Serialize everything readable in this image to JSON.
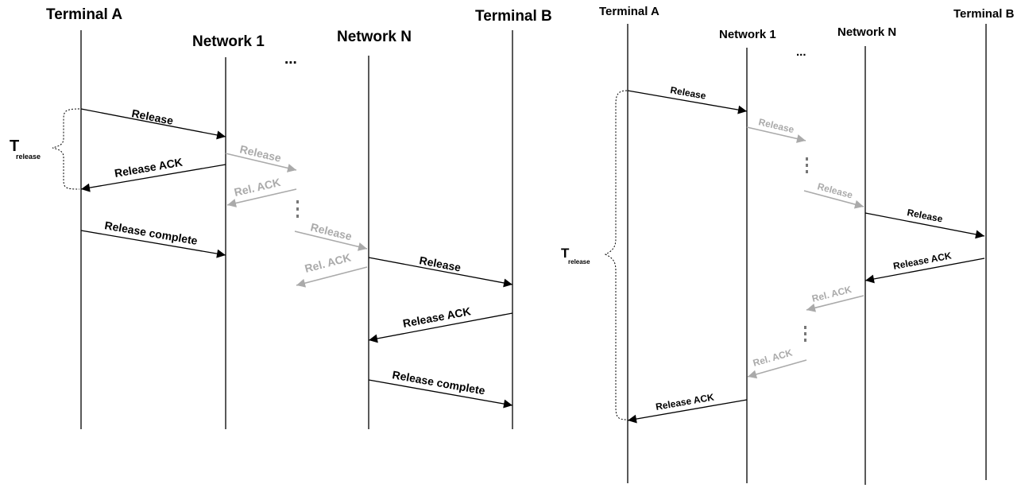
{
  "left_diagram": {
    "terminal_a": "Terminal A",
    "network_1": "Network 1",
    "ellipsis": "...",
    "network_n": "Network N",
    "terminal_b": "Terminal B",
    "timer_T": "T",
    "timer_sub": "release",
    "msg_release_1": "Release",
    "msg_release_ack_1": "Release ACK",
    "msg_release_complete_1": "Release complete",
    "msg_release_gray_1": "Release",
    "msg_rel_ack_gray_1": "Rel. ACK",
    "msg_release_gray_2": "Release",
    "msg_rel_ack_gray_2": "Rel. ACK",
    "msg_release_2": "Release",
    "msg_release_ack_2": "Release ACK",
    "msg_release_complete_2": "Release complete"
  },
  "right_diagram": {
    "terminal_a": "Terminal A",
    "network_1": "Network 1",
    "ellipsis": "...",
    "network_n": "Network N",
    "terminal_b": "Terminal B",
    "timer_T": "T",
    "timer_sub": "release",
    "msg_release_1": "Release",
    "msg_release_gray_1": "Release",
    "msg_release_gray_2": "Release",
    "msg_release_2": "Release",
    "msg_release_ack_1": "Release ACK",
    "msg_rel_ack_gray_1": "Rel. ACK",
    "msg_rel_ack_gray_2": "Rel. ACK",
    "msg_release_ack_2": "Release ACK"
  },
  "colors": {
    "active": "#000000",
    "inactive": "#aaaaaa"
  }
}
